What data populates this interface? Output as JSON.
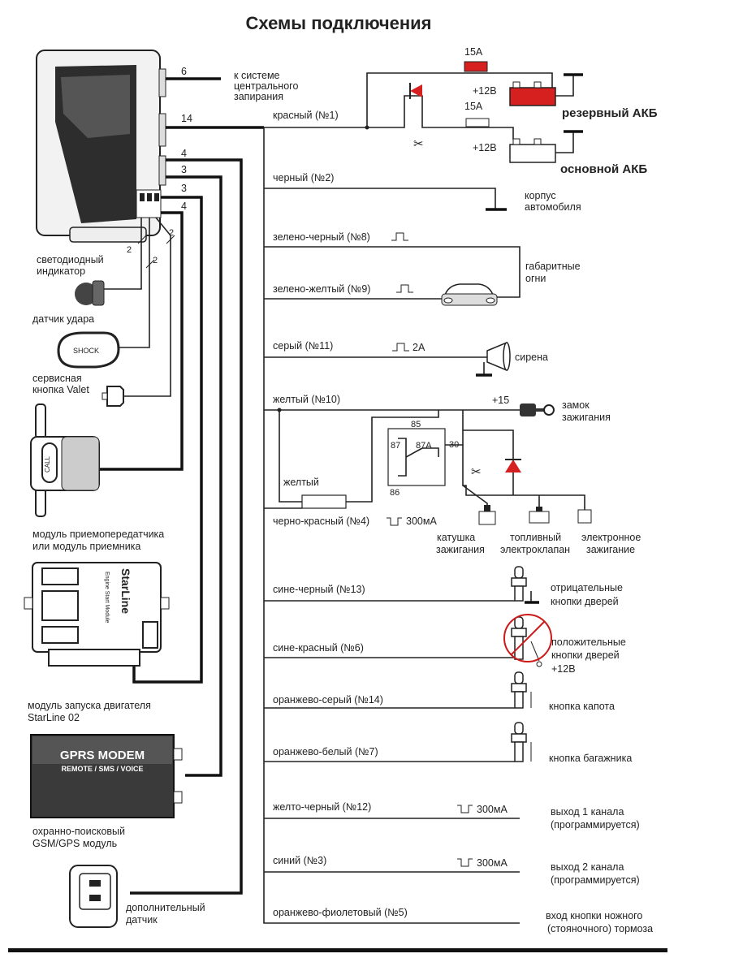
{
  "title": "Схемы подключения",
  "left": {
    "connector_numbers": {
      "c6": "6",
      "c14": "14",
      "c4a": "4",
      "c3a": "3",
      "c3b": "3",
      "c4b": "4",
      "c2a": "2",
      "c2b": "2"
    },
    "central_lock": [
      "к системе",
      "центрального",
      "запирания"
    ],
    "led_indicator": [
      "светодиодный",
      "индикатор"
    ],
    "shock_sensor": "датчик удара",
    "shock_label": "SHOCK",
    "valet": [
      "сервисная",
      "кнопка Valet"
    ],
    "transceiver_label": "CALL",
    "transceiver": [
      "модуль приемопередатчика",
      "или модуль приемника"
    ],
    "starline_brand": "StarLine",
    "starline_sub": "Engine Start Module",
    "start_module": [
      "модуль запуска двигателя",
      "StarLine 02"
    ],
    "gprs_title": "GPRS MODEM",
    "gprs_sub": "REMOTE / SMS / VOICE",
    "gsm_module": [
      "охранно-поисковый",
      "GSM/GPS модуль"
    ],
    "extra_sensor": [
      "дополнительный",
      "датчик"
    ]
  },
  "power": {
    "red_wire": "красный (№1)",
    "fuse_a": "15A",
    "fuse_b": "15A",
    "plus12_a": "+12В",
    "plus12_b": "+12В",
    "reserve_battery": "резервный АКБ",
    "main_battery": "основной АКБ"
  },
  "wires": [
    {
      "label": "черный (№2)",
      "pulse": "",
      "current": "",
      "desc": [
        "корпус",
        "автомобиля"
      ]
    },
    {
      "label": "зелено-черный (№8)",
      "pulse": "pulse-icon",
      "current": "",
      "desc": [
        "габаритные",
        "огни"
      ]
    },
    {
      "label": "зелено-желтый (№9)",
      "pulse": "pulse-icon",
      "current": "",
      "desc": []
    },
    {
      "label": "серый (№11)",
      "pulse": "pulse-icon",
      "current": "2A",
      "desc": [
        "сирена"
      ]
    },
    {
      "label": "желтый (№10)",
      "pulse": "",
      "current": "",
      "desc": [
        "+15",
        "замок",
        "зажигания"
      ]
    },
    {
      "label": "черно-красный (№4)",
      "pulse": "pulse-neg-icon",
      "current": "300мА",
      "desc": []
    },
    {
      "label": "сине-черный (№13)",
      "pulse": "",
      "current": "",
      "desc": [
        "отрицательные",
        "кнопки дверей"
      ]
    },
    {
      "label": "сине-красный (№6)",
      "pulse": "",
      "current": "",
      "desc": [
        "положительные",
        "кнопки дверей",
        "+12В"
      ]
    },
    {
      "label": "оранжево-серый (№14)",
      "pulse": "",
      "current": "",
      "desc": [
        "кнопка капота"
      ]
    },
    {
      "label": "оранжево-белый (№7)",
      "pulse": "",
      "current": "",
      "desc": [
        "кнопка багажника"
      ]
    },
    {
      "label": "желто-черный (№12)",
      "pulse": "pulse-neg-icon",
      "current": "300мА",
      "desc": [
        "выход 1 канала",
        "(программируется)"
      ]
    },
    {
      "label": "синий (№3)",
      "pulse": "pulse-neg-icon",
      "current": "300мА",
      "desc": [
        "выход 2 канала",
        "(программируется)"
      ]
    },
    {
      "label": "оранжево-фиолетовый (№5)",
      "pulse": "",
      "current": "",
      "desc": [
        "вход кнопки ножного",
        "(стояночного) тормоза"
      ]
    }
  ],
  "relay": {
    "pins": {
      "p85": "85",
      "p87": "87",
      "p87a": "87A",
      "p30": "30",
      "p86": "86"
    },
    "yellow_loop": "желтый",
    "ignition_coil": [
      "катушка",
      "зажигания"
    ],
    "fuel_valve": [
      "топливный",
      "электроклапан"
    ],
    "electronic_ignition": [
      "электронное",
      "зажигание"
    ]
  },
  "colors": {
    "fuse_red": "#d62020",
    "diode_red": "#d62020",
    "prohibit_red": "#cc1a1a",
    "ink": "#222222"
  }
}
